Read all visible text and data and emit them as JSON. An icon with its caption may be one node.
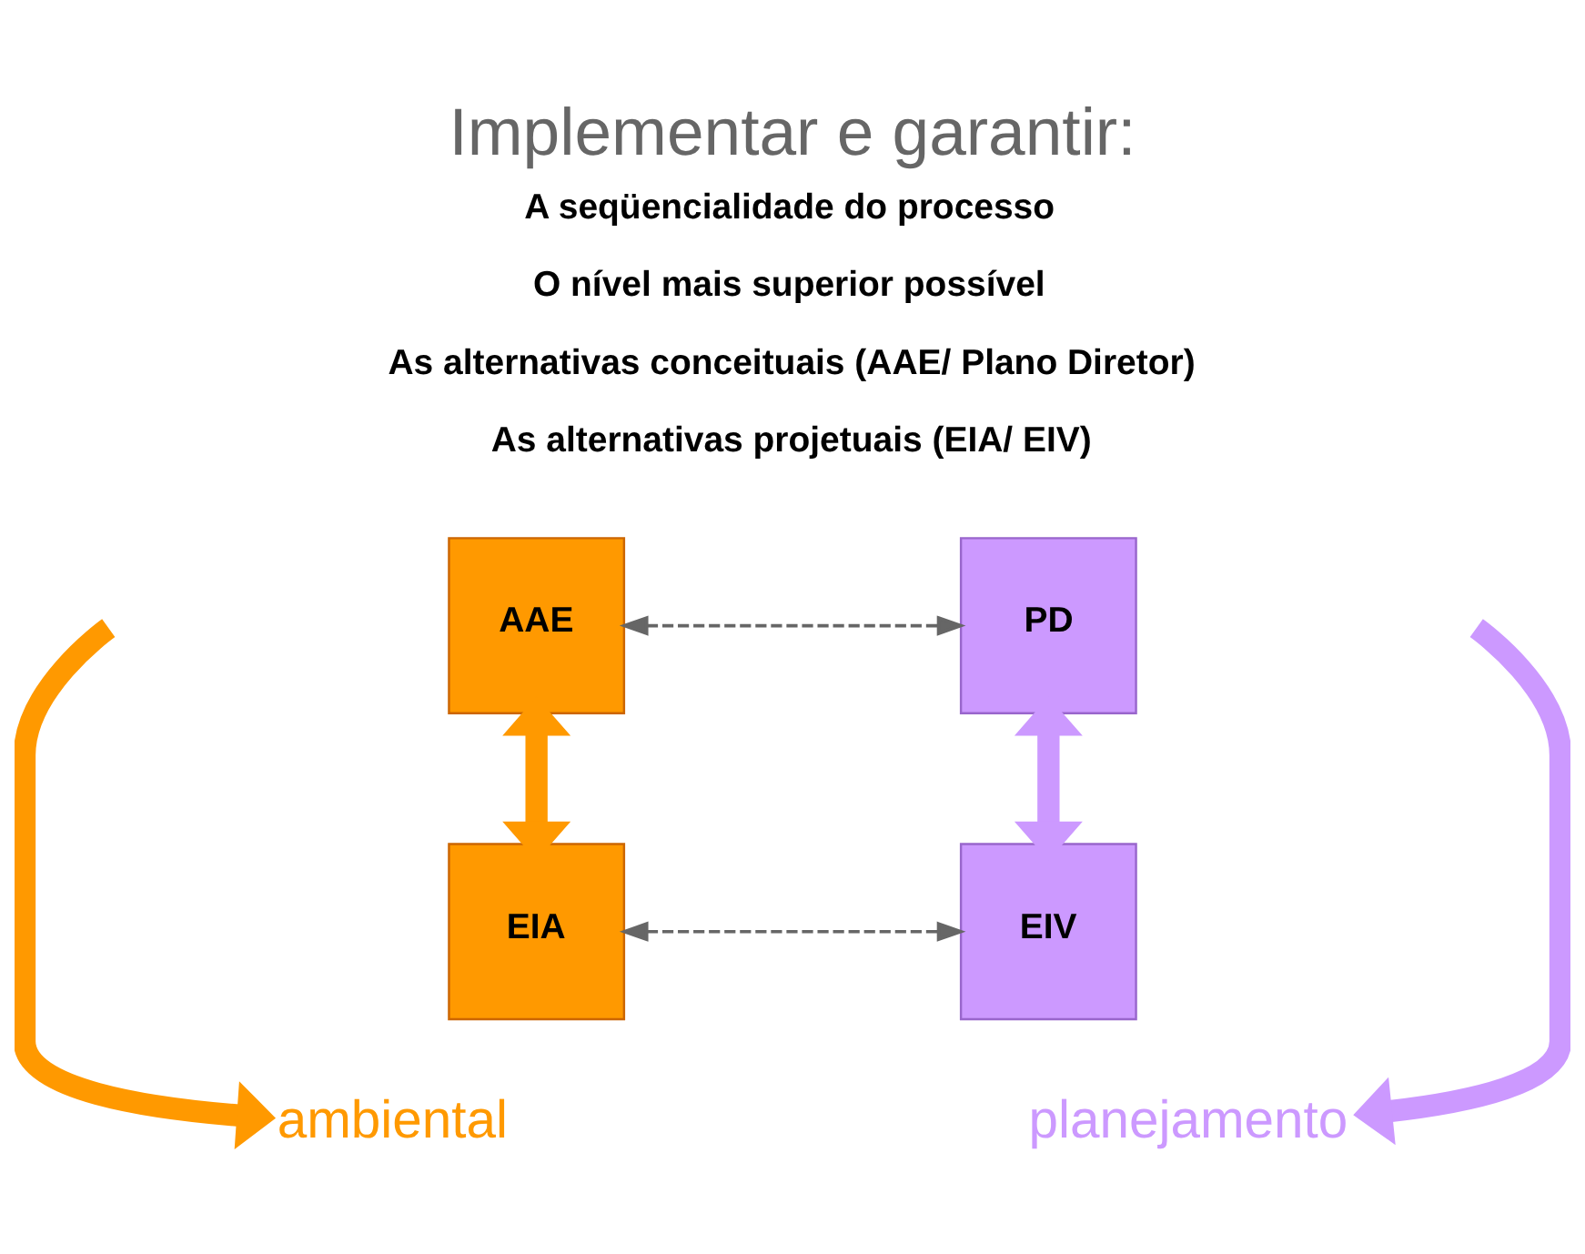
{
  "diagram": {
    "title": "Implementar e garantir:",
    "nodes": [
      {
        "text": [
          "AAE"
        ]
      },
      {
        "text": [
          "PD"
        ]
      },
      {
        "text": [
          "EIA"
        ]
      },
      {
        "text": [
          "EIV"
        ]
      },
      {
        "text": [
          "ambiental"
        ]
      },
      {
        "text": [
          "planejamento"
        ]
      }
    ],
    "edges": [
      {
        "from": 0,
        "to": 1,
        "arrow": "both",
        "style": "dashed"
      },
      {
        "from": 0,
        "to": 2,
        "arrow": "both",
        "color": "#ff9900"
      },
      {
        "from": 1,
        "to": 3,
        "arrow": "both",
        "color": "#cc99ff"
      },
      {
        "from": 2,
        "to": 3,
        "arrow": "both",
        "style": "dashed"
      },
      {
        "from": null,
        "to": 4,
        "arrow": "to",
        "color": "#ff9900"
      },
      {
        "from": null,
        "to": 5,
        "arrow": "to",
        "color": "#cc99ff"
      }
    ],
    "labels": [
      "A seqüencialidade do processo",
      "O nível mais superior possível",
      "As alternativas conceituais (AAE/ Plano Diretor)",
      "As alternativas projetuais (EIA/ EIV)"
    ]
  }
}
